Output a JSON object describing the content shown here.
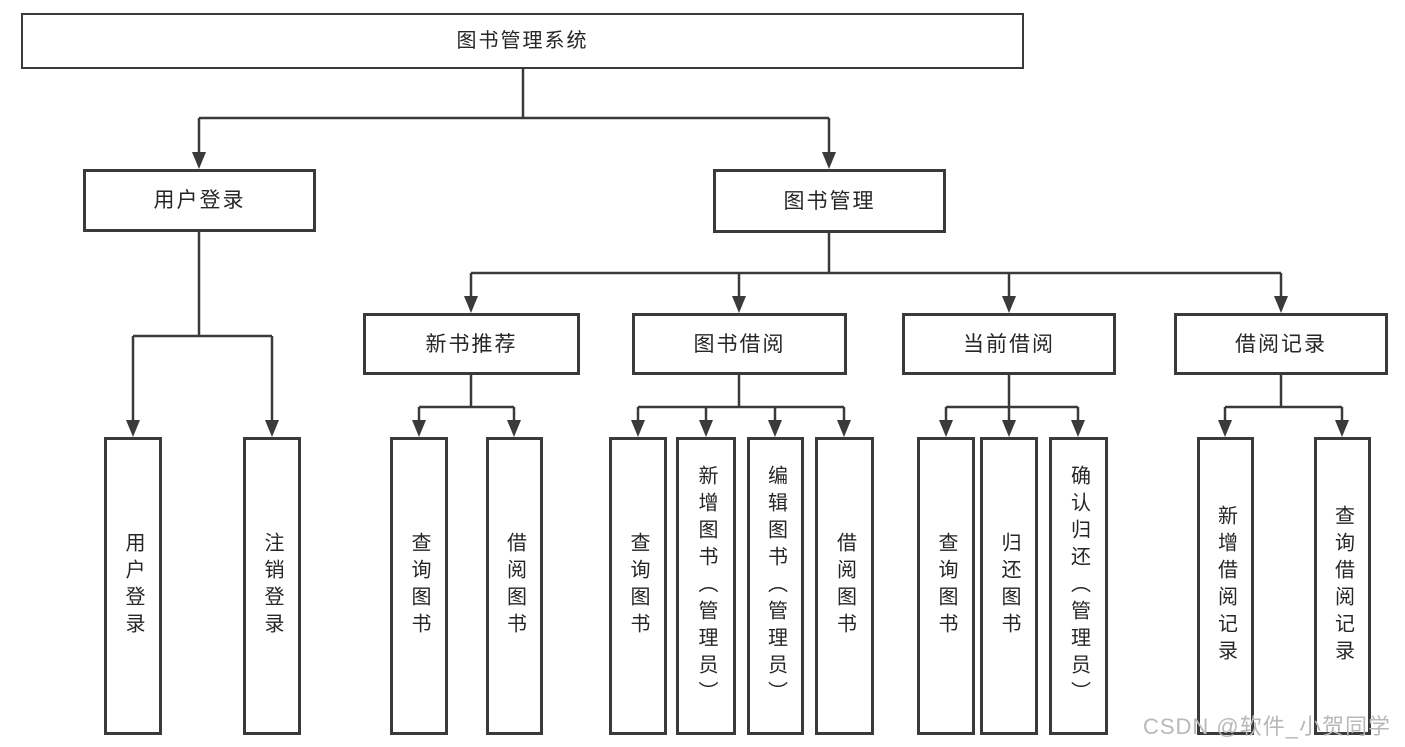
{
  "diagram": {
    "type": "tree",
    "title": "图书管理系统"
  },
  "nodes": {
    "root": {
      "label": "图书管理系统"
    },
    "user_login": {
      "label": "用户登录"
    },
    "book_mgmt": {
      "label": "图书管理"
    },
    "new_book_rec": {
      "label": "新书推荐"
    },
    "book_borrow": {
      "label": "图书借阅"
    },
    "current_borrow": {
      "label": "当前借阅"
    },
    "borrow_record": {
      "label": "借阅记录"
    },
    "leaf_user_login": {
      "label": "用户登录"
    },
    "leaf_logout": {
      "label": "注销登录"
    },
    "leaf_query_book_1": {
      "label": "查询图书"
    },
    "leaf_borrow_book_1": {
      "label": "借阅图书"
    },
    "leaf_query_book_2": {
      "label": "查询图书"
    },
    "leaf_add_book": {
      "label": "新增图书（管理员）"
    },
    "leaf_edit_book": {
      "label": "编辑图书（管理员）"
    },
    "leaf_borrow_book_2": {
      "label": "借阅图书"
    },
    "leaf_query_book_3": {
      "label": "查询图书"
    },
    "leaf_return_book": {
      "label": "归还图书"
    },
    "leaf_confirm_return": {
      "label": "确认归还（管理员）"
    },
    "leaf_add_record": {
      "label": "新增借阅记录"
    },
    "leaf_query_record": {
      "label": "查询借阅记录"
    }
  },
  "hierarchy": [
    {
      "parent": "图书管理系统",
      "children": [
        "用户登录",
        "图书管理"
      ]
    },
    {
      "parent": "用户登录",
      "children": [
        "用户登录",
        "注销登录"
      ]
    },
    {
      "parent": "图书管理",
      "children": [
        "新书推荐",
        "图书借阅",
        "当前借阅",
        "借阅记录"
      ]
    },
    {
      "parent": "新书推荐",
      "children": [
        "查询图书",
        "借阅图书"
      ]
    },
    {
      "parent": "图书借阅",
      "children": [
        "查询图书",
        "新增图书（管理员）",
        "编辑图书（管理员）",
        "借阅图书"
      ]
    },
    {
      "parent": "当前借阅",
      "children": [
        "查询图书",
        "归还图书",
        "确认归还（管理员）"
      ]
    },
    {
      "parent": "借阅记录",
      "children": [
        "新增借阅记录",
        "查询借阅记录"
      ]
    }
  ],
  "watermark": {
    "text": "CSDN @软件_小贺同学"
  },
  "colors": {
    "line": "#3a3a3a",
    "box_border": "#3a3a3a",
    "text": "#262626",
    "watermark": "#b8b8b8",
    "background": "#ffffff"
  }
}
